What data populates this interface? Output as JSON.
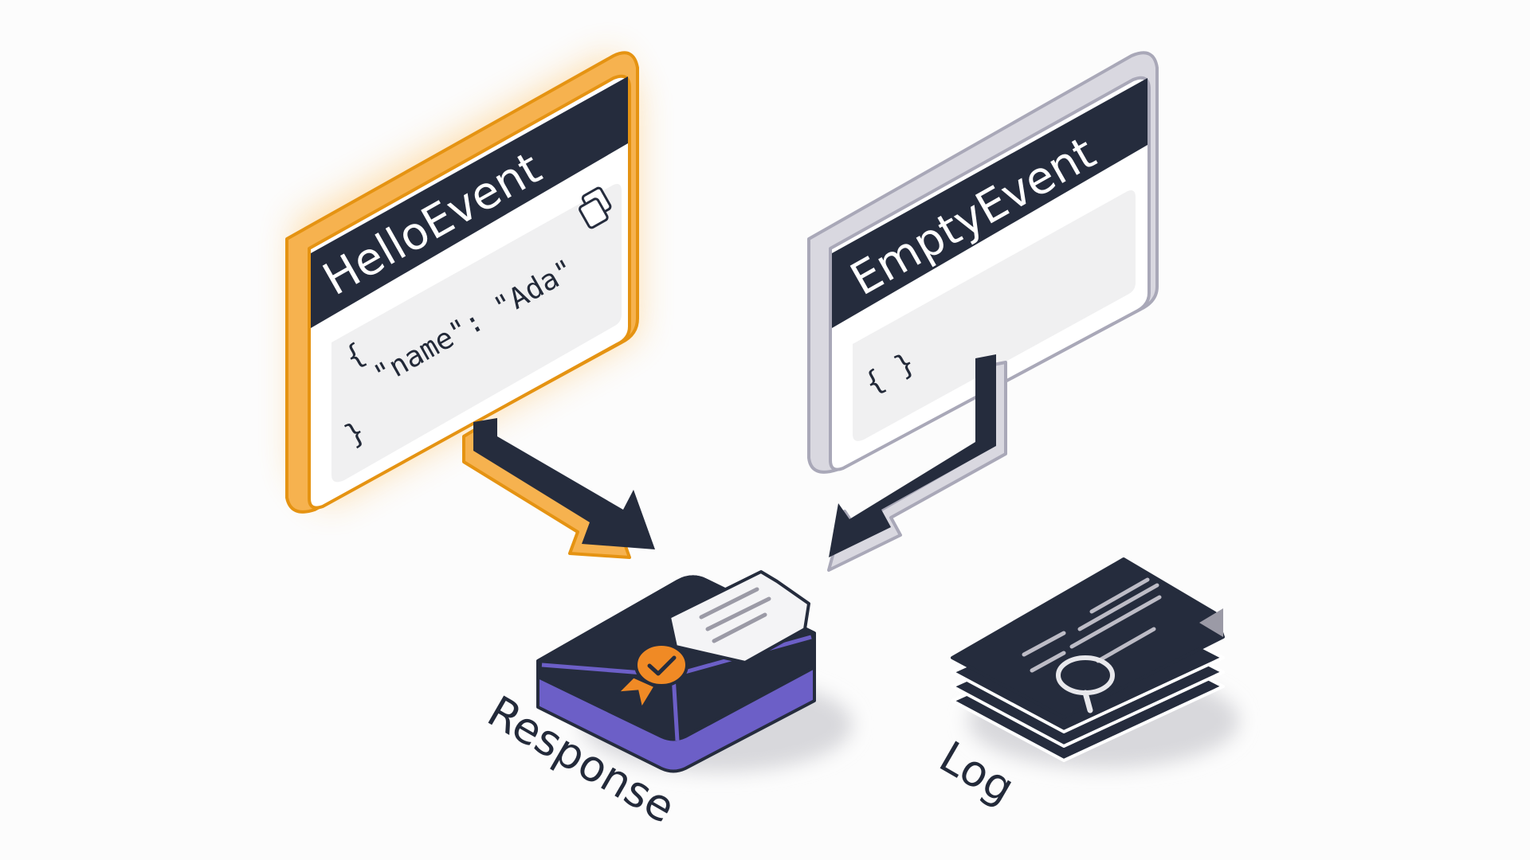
{
  "events": [
    {
      "title": "HelloEvent",
      "payload": {
        "open": "{",
        "body": "\"name\": \"Ada\"",
        "close": "}"
      },
      "state": "selected",
      "accent_color": "#f3a53a",
      "icon": "copy-icon"
    },
    {
      "title": "EmptyEvent",
      "payload": {
        "body": "{ }"
      },
      "state": "default",
      "accent_color": "#b7b6c4"
    }
  ],
  "targets": [
    {
      "label": "Response",
      "icon": "envelope-with-badge-icon"
    },
    {
      "label": "Log",
      "icon": "document-stack-search-icon"
    }
  ],
  "colors": {
    "dark": "#252c3d",
    "orange": "#f3a53a",
    "grey": "#b7b6c4",
    "purple": "#6c5fc7",
    "badge": "#f08a25"
  }
}
